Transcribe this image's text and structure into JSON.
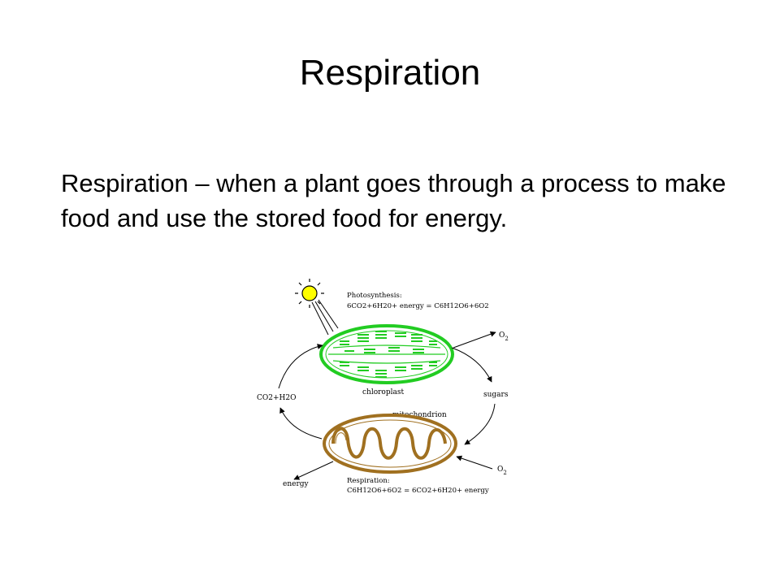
{
  "slide": {
    "title": "Respiration",
    "body": "Respiration – when a plant goes through a process to make food and use the stored food for energy."
  },
  "diagram": {
    "photosynthesis_label": "Photosynthesis:",
    "photosynthesis_equation": "6CO2+6H20+ energy = C6H12O6+6O2",
    "o2_top": "O",
    "o2_top_sub": "2",
    "sugars": "sugars",
    "chloroplast": "chloroplast",
    "co2_h2o": "CO2+H2O",
    "mitochondrion": "mitochondrion",
    "o2_bottom": "O",
    "o2_bottom_sub": "2",
    "energy": "energy",
    "respiration_label": "Respiration:",
    "respiration_equation": "C6H12O6+6O2 = 6CO2+6H20+ energy",
    "colors": {
      "sun": "#ffff00",
      "chloroplast": "#22cc22",
      "mitochondrion": "#a07020"
    }
  }
}
